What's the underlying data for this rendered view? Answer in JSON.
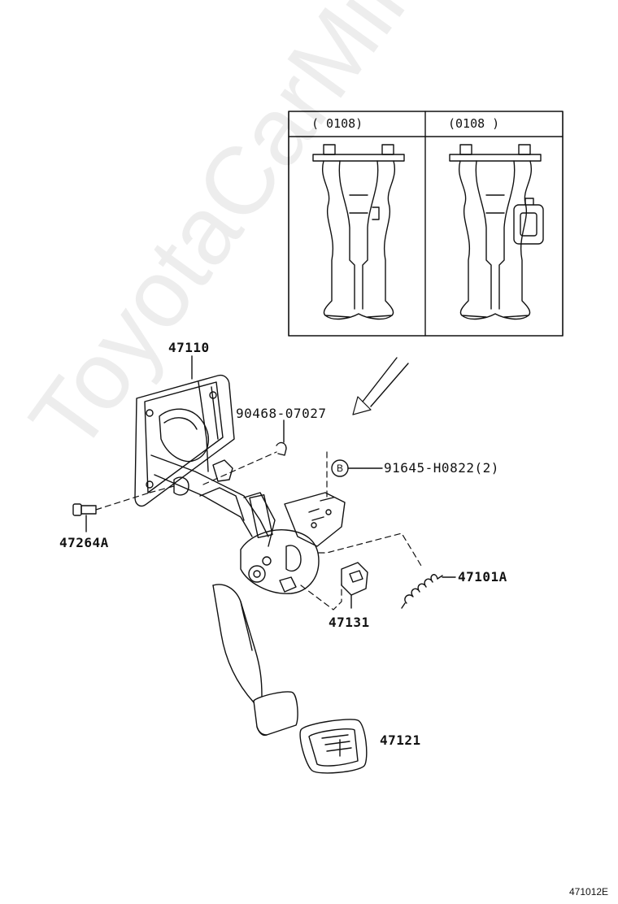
{
  "inset": {
    "left_header": "(      0108)",
    "right_header": "(0108      )"
  },
  "callouts": {
    "bracket": "47110",
    "clip": "90468-07027",
    "bolt_marker": "B",
    "bolt": "91645-H0822(2)",
    "pin": "47264A",
    "spring": "47101A",
    "cushion": "47131",
    "pad": "47121"
  },
  "diagram_code": "471012E",
  "watermark": "ToyotaCarMine.ru",
  "colors": {
    "line": "#111111",
    "background": "#ffffff"
  }
}
